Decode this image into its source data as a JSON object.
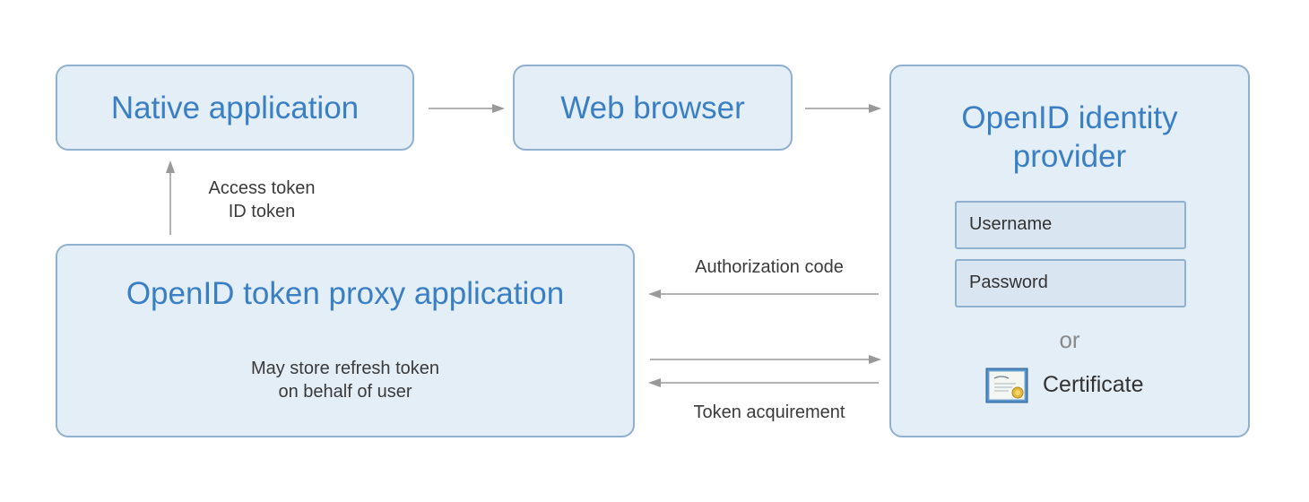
{
  "nodes": {
    "native_app": {
      "title": "Native application"
    },
    "web_browser": {
      "title": "Web browser"
    },
    "identity_provider": {
      "title_line1": "OpenID identity",
      "title_line2": "provider",
      "username_field": "Username",
      "password_field": "Password",
      "or_text": "or",
      "certificate_label": "Certificate",
      "certificate_icon": "certificate-icon"
    },
    "token_proxy": {
      "title": "OpenID token proxy application",
      "note_line1": "May store refresh token",
      "note_line2": "on behalf of user"
    }
  },
  "edge_labels": {
    "tokens_line1": "Access token",
    "tokens_line2": "ID token",
    "authorization_code": "Authorization code",
    "token_acquirement": "Token acquirement"
  },
  "colors": {
    "box_fill": "#e3eef7",
    "box_border": "#8fb0cf",
    "title_text": "#3a7fc4",
    "field_fill": "#d9e5f1",
    "arrow": "#999999"
  }
}
